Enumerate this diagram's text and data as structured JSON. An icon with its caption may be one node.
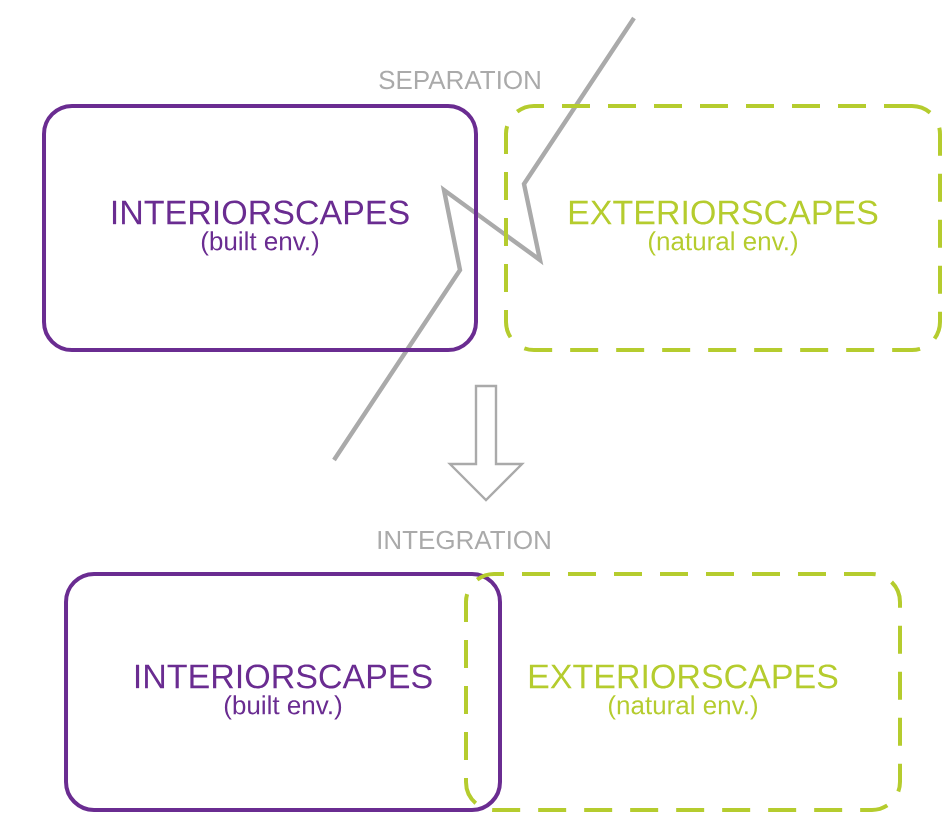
{
  "diagram": {
    "nodes": [
      {
        "text": [
          "INTERIORSCAPES",
          "(built env.)"
        ]
      },
      {
        "text": [
          "EXTERIORSCAPES",
          "(natural env.)"
        ]
      },
      {
        "text": [
          "INTERIORSCAPES",
          "(built env.)"
        ]
      },
      {
        "text": [
          "EXTERIORSCAPES",
          "(natural env.)"
        ]
      }
    ],
    "edges": [],
    "labels": [
      "SEPARATION",
      "INTEGRATION"
    ]
  }
}
